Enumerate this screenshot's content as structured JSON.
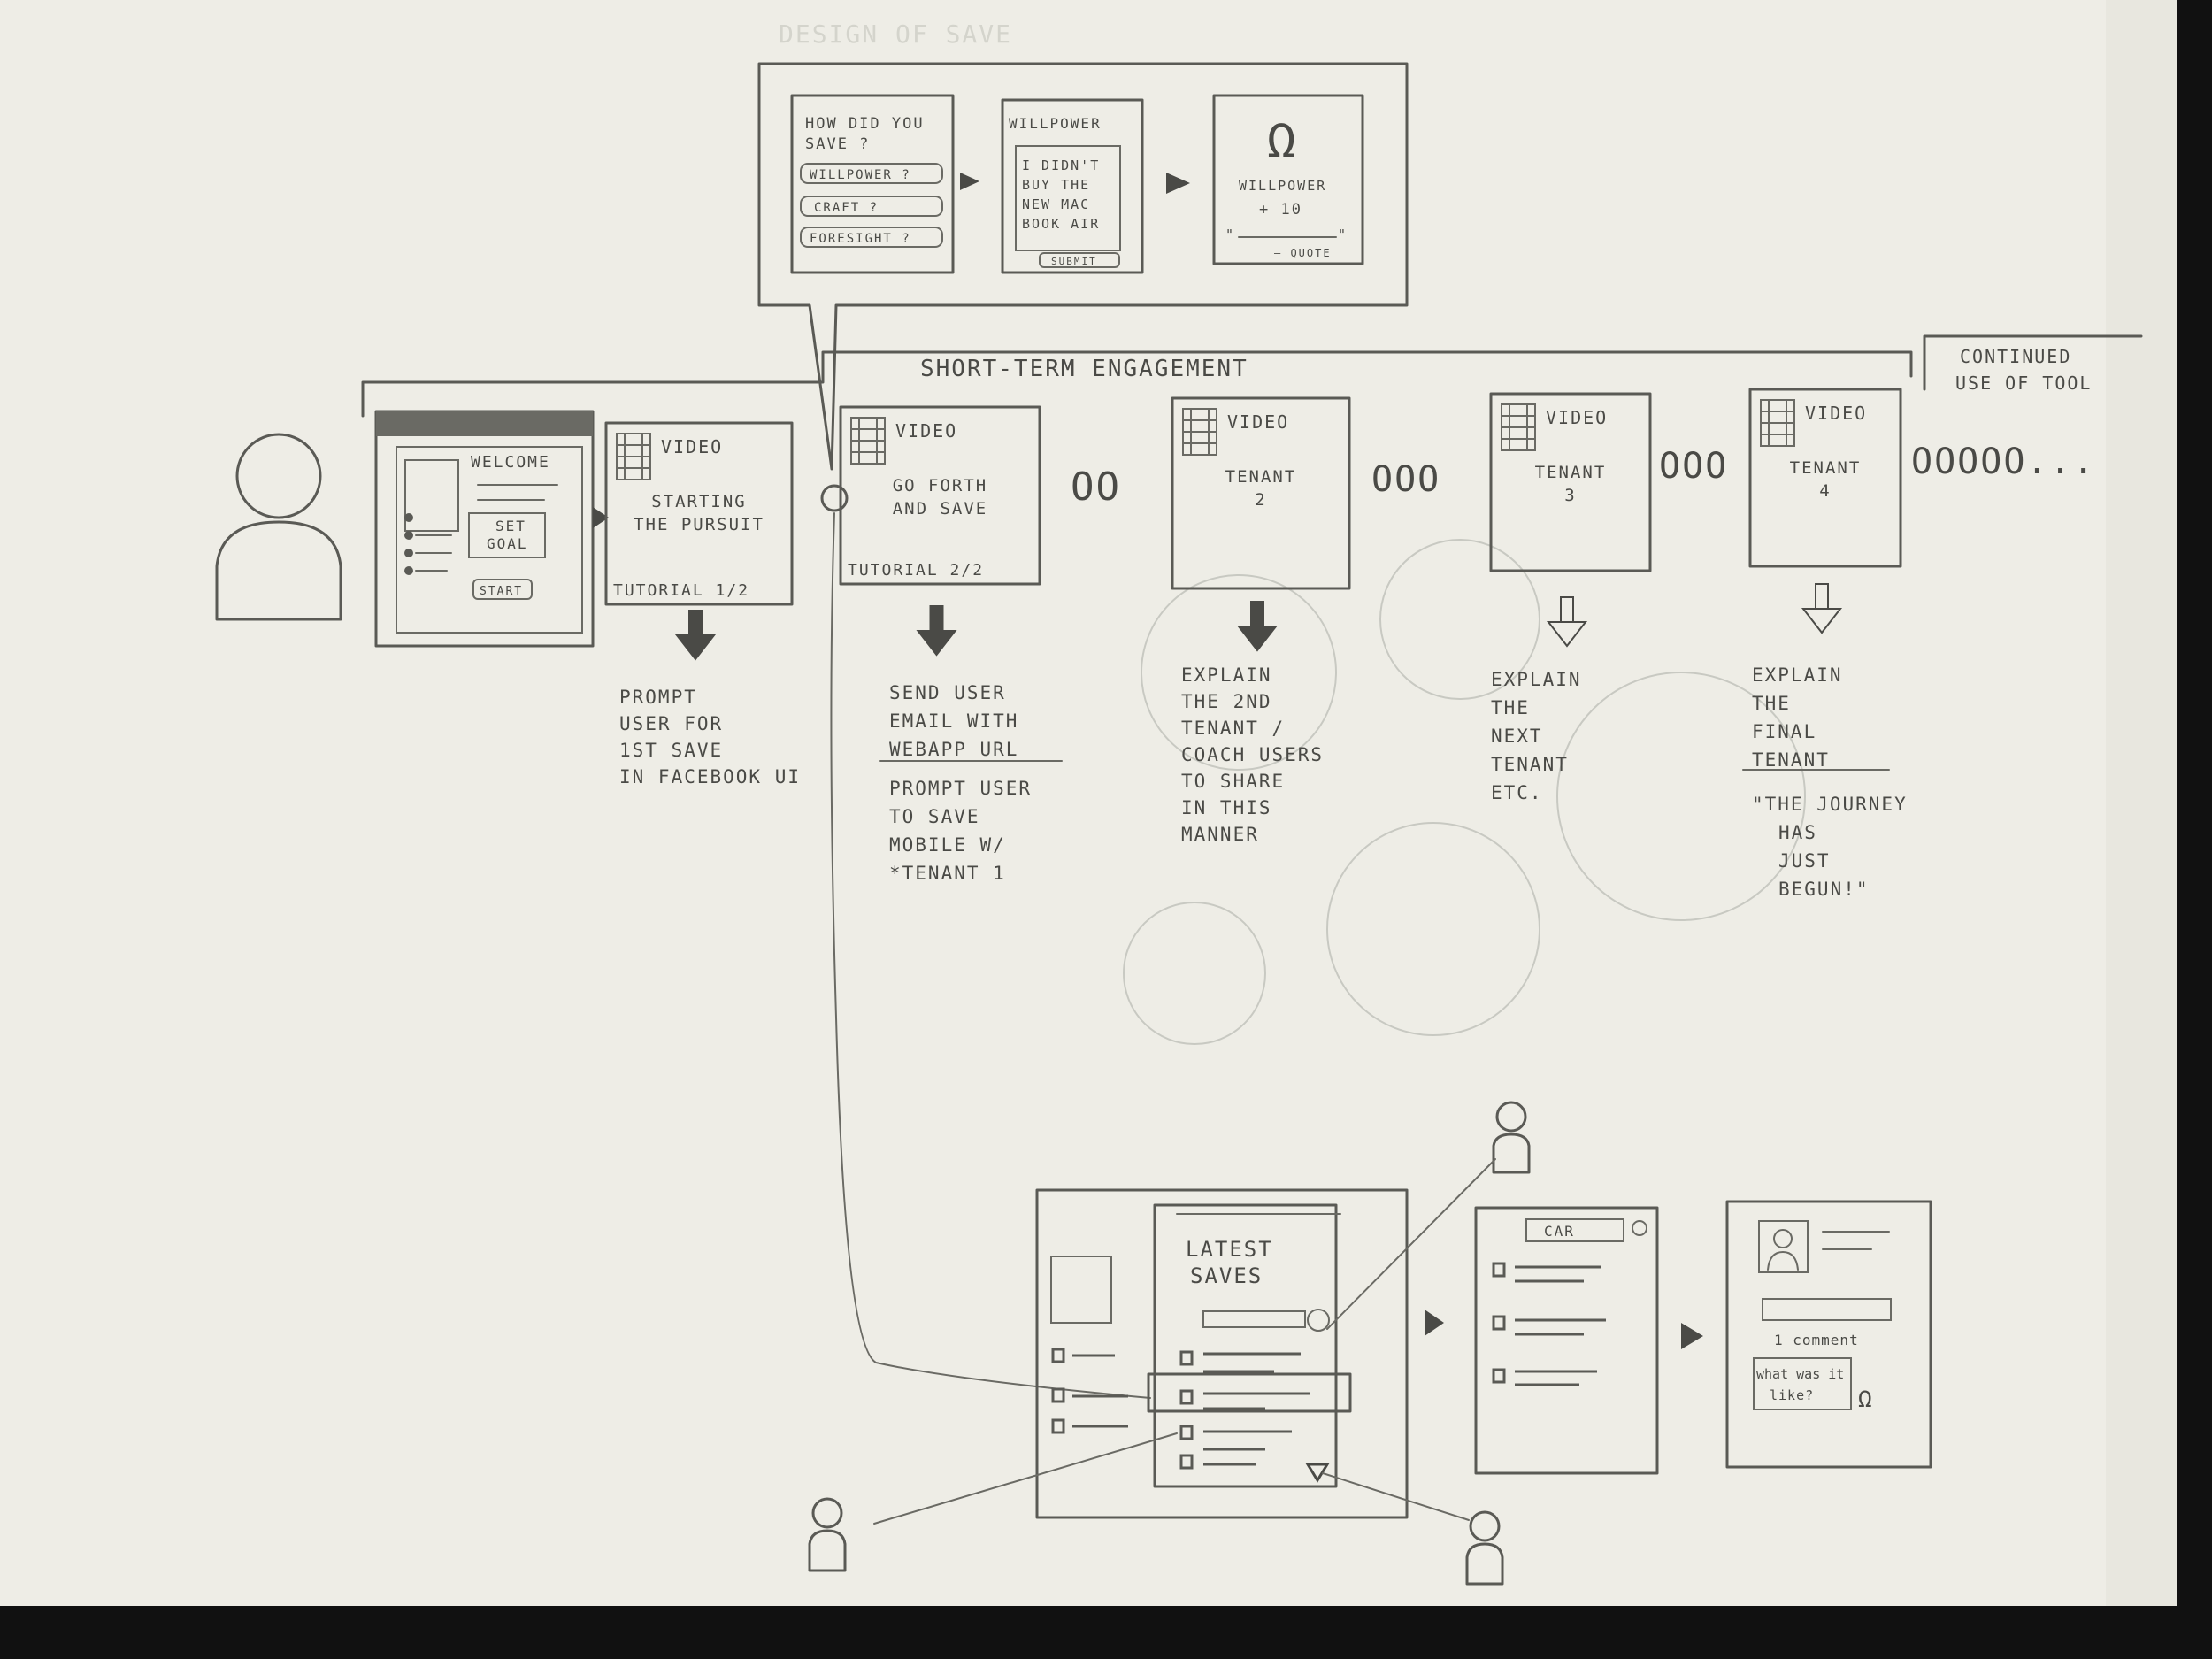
{
  "callout": {
    "title": "DESIGN OF SAVE",
    "card1": {
      "lines": [
        "HOW DID YOU",
        "SAVE ?"
      ],
      "options": [
        "WILLPOWER ?",
        "CRAFT ?",
        "FORESIGHT ?"
      ]
    },
    "card2": {
      "title": "WILLPOWER",
      "lines": [
        "I DIDN'T",
        "BUY THE",
        "NEW MAC",
        "BOOK AIR"
      ],
      "button": "SUBMIT"
    },
    "card3": {
      "symbol": "Ω",
      "lines": [
        "WILLPOWER",
        "+ 10"
      ],
      "quote_open": "\"",
      "quote_close": "\"",
      "attribution": "— QUOTE"
    }
  },
  "phases": {
    "short_term": "SHORT-TERM ENGAGEMENT",
    "continued": [
      "CONTINUED",
      "USE OF TOOL"
    ]
  },
  "welcome": {
    "title": "WELCOME",
    "set_goal": [
      "SET",
      "GOAL"
    ],
    "start": "START"
  },
  "videos": [
    {
      "label": "VIDEO",
      "title": [
        "STARTING",
        "THE PURSUIT"
      ],
      "footer": "TUTORIAL 1/2",
      "note": [
        "PROMPT",
        "USER FOR",
        "1ST SAVE",
        "IN FACEBOOK UI"
      ]
    },
    {
      "label": "VIDEO",
      "title": [
        "GO FORTH",
        "AND SAVE"
      ],
      "footer": "TUTORIAL 2/2",
      "note": [
        "SEND USER",
        "EMAIL WITH",
        "WEBAPP URL",
        "PROMPT USER",
        "TO SAVE",
        "MOBILE W/",
        "*TENANT 1"
      ]
    },
    {
      "label": "VIDEO",
      "title": [
        "TENANT",
        "2"
      ],
      "footer": "",
      "note": [
        "EXPLAIN",
        "THE 2ND",
        "TENANT /",
        "COACH USERS",
        "TO SHARE",
        "IN THIS",
        "MANNER"
      ]
    },
    {
      "label": "VIDEO",
      "title": [
        "TENANT",
        "3"
      ],
      "footer": "",
      "note": [
        "EXPLAIN",
        "THE",
        "NEXT",
        "TENANT",
        "ETC."
      ]
    },
    {
      "label": "VIDEO",
      "title": [
        "TENANT",
        "4"
      ],
      "footer": "",
      "note": [
        "EXPLAIN",
        "THE",
        "FINAL",
        "TENANT",
        "\"THE JOURNEY",
        "HAS",
        "JUST",
        "BEGUN!\""
      ]
    }
  ],
  "connectors": {
    "pair": "OO",
    "triple": "OOO",
    "trail": "OOOOO..."
  },
  "feed": {
    "title": [
      "LATEST",
      "SAVES"
    ]
  },
  "detail": {
    "tag": "CAR"
  },
  "comment": {
    "count": "1 comment",
    "text": [
      "what was it",
      "like?"
    ]
  },
  "colors": {
    "paper": "#eeede6",
    "pencil": "#4a4a46",
    "backdrop": "#111111"
  }
}
